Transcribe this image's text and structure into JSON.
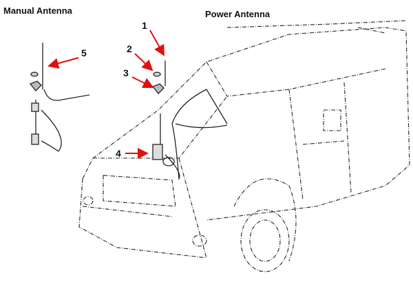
{
  "titles": {
    "manual": "Manual Antenna",
    "power": "Power Antenna"
  },
  "callouts": [
    "1",
    "2",
    "3",
    "4",
    "5"
  ],
  "colors": {
    "arrow": "#e01010",
    "line": "#222222"
  }
}
